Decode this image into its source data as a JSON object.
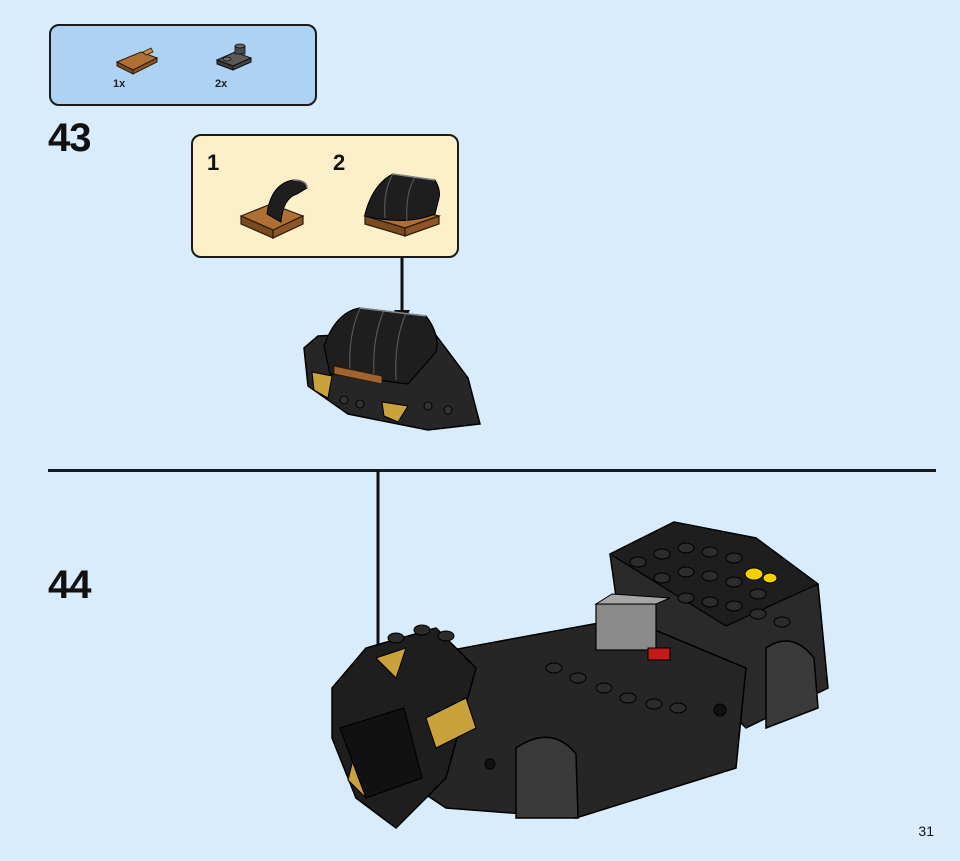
{
  "parts": [
    {
      "name": "brown-plate",
      "qty": "1x"
    },
    {
      "name": "dark-grey-plate",
      "qty": "2x"
    }
  ],
  "steps": [
    {
      "number": "43",
      "substeps": [
        "1",
        "2"
      ]
    },
    {
      "number": "44"
    }
  ],
  "page_number": "31",
  "colors": {
    "background": "#d8ecfb",
    "parts_box": "#aed3f2",
    "substep_box": "#fdf0c9",
    "black_brick": "#1e1e1e",
    "brown_brick": "#a0652f",
    "gold_accent": "#c9a23c",
    "yellow_accent": "#f5d000",
    "red_accent": "#c51a1a"
  }
}
